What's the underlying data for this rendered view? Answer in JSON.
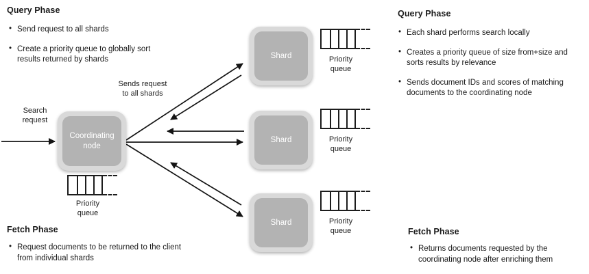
{
  "colors": {
    "background": "#ffffff",
    "text": "#1a1a1a",
    "node_fill": "#b3b3b3",
    "node_border": "#d9d9d9",
    "node_text": "#ffffff",
    "arrow": "#141414"
  },
  "left_panel": {
    "query_phase": {
      "title": "Query Phase",
      "bullets": [
        "Send request to all shards",
        "Create a priority queue to globally sort\nresults returned by shards"
      ]
    },
    "fetch_phase": {
      "title": "Fetch Phase",
      "bullets": [
        "Request documents to be returned to the client\nfrom individual shards"
      ]
    }
  },
  "right_panel": {
    "query_phase": {
      "title": "Query Phase",
      "bullets": [
        "Each shard performs search locally",
        "Creates a priority queue of size from+size and\nsorts results by relevance",
        "Sends document IDs and scores of matching\ndocuments to the coordinating node"
      ]
    },
    "fetch_phase": {
      "title": "Fetch Phase",
      "bullets": [
        "Returns documents requested by the\ncoordinating node after enriching them"
      ]
    }
  },
  "labels": {
    "search_request": "Search\nrequest",
    "sends_request": "Sends request\nto all shards",
    "priority_queue": "Priority\nqueue"
  },
  "nodes": {
    "coordinating_node": "Coordinating\nnode",
    "shards": [
      "Shard",
      "Shard",
      "Shard"
    ]
  }
}
